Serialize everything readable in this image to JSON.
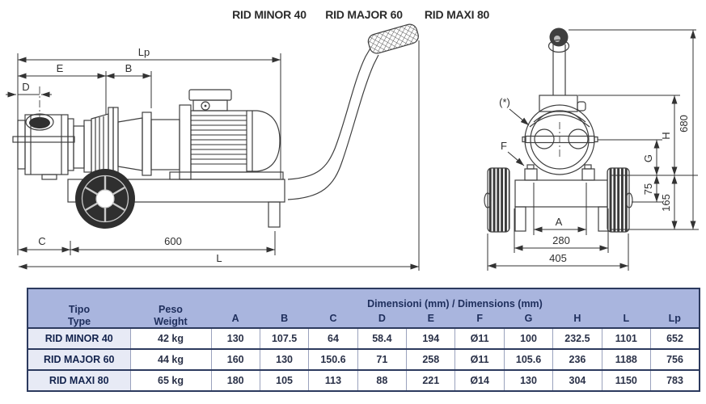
{
  "titles": {
    "model1": "RID MINOR 40",
    "model2": "RID MAJOR 60",
    "model3": "RID MAXI 80"
  },
  "side_view": {
    "dim_lp": "Lp",
    "dim_e": "E",
    "dim_b": "B",
    "dim_d": "D",
    "dim_c": "C",
    "dim_600": "600",
    "dim_l": "L"
  },
  "front_view": {
    "note_star": "(*)",
    "dim_f": "F",
    "dim_a": "A",
    "dim_280": "280",
    "dim_405": "405",
    "dim_g": "G",
    "dim_h": "H",
    "dim_75": "75",
    "dim_165": "165",
    "dim_680": "680"
  },
  "table": {
    "header": {
      "tipo": "Tipo",
      "type": "Type",
      "peso": "Peso",
      "weight": "Weight",
      "dimensions": "Dimensioni (mm) / Dimensions (mm)",
      "columns": [
        "A",
        "B",
        "C",
        "D",
        "E",
        "F",
        "G",
        "H",
        "L",
        "Lp"
      ]
    },
    "rows": [
      {
        "type": "RID MINOR 40",
        "weight": "42 kg",
        "values": [
          "130",
          "107.5",
          "64",
          "58.4",
          "194",
          "Ø11",
          "100",
          "232.5",
          "1101",
          "652"
        ]
      },
      {
        "type": "RID MAJOR 60",
        "weight": "44 kg",
        "values": [
          "160",
          "130",
          "150.6",
          "71",
          "258",
          "Ø11",
          "105.6",
          "236",
          "1188",
          "756"
        ]
      },
      {
        "type": "RID MAXI 80",
        "weight": "65 kg",
        "values": [
          "180",
          "105",
          "113",
          "88",
          "221",
          "Ø14",
          "130",
          "304",
          "1150",
          "783"
        ]
      }
    ]
  },
  "colors": {
    "header_bg": "#a9b5de",
    "type_cell_bg": "#e7eaf5",
    "border_dark": "#2c3a5e",
    "text_navy": "#1d2c55",
    "drawing_line": "#3f3f3f"
  }
}
